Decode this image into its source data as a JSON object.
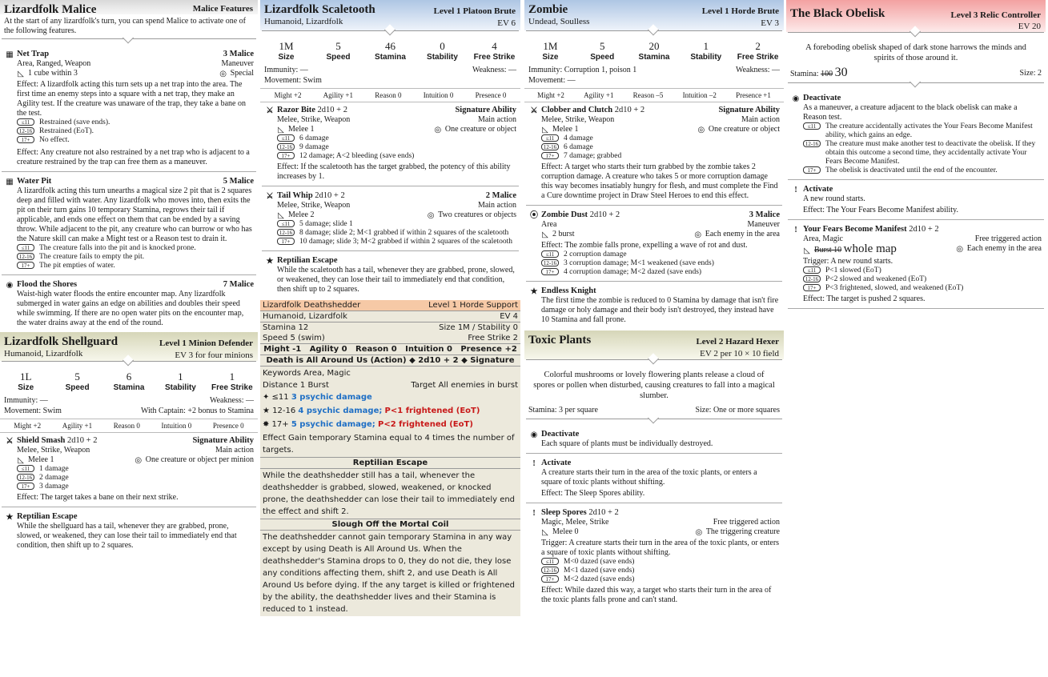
{
  "col1": {
    "title": "Lizardfolk Malice",
    "tag": "Malice Features",
    "intro": "At the start of any lizardfolk's turn, you can spend Malice to activate one of the following features.",
    "net": {
      "name": "Net Trap",
      "cost": "3 Malice",
      "kw": "Area, Ranged, Weapon",
      "type": "Maneuver",
      "dist": "1 cube within 3",
      "tgt": "Special",
      "effect": "Effect: A lizardfolk acting this turn sets up a net trap into the area. The first time an enemy steps into a square with a net trap, they make an Agility test. If the creature was unaware of the trap, they take a bane on the test.",
      "t1": "Restrained (save ends).",
      "t2": "Restrained (EoT).",
      "t3": "No effect.",
      "effect2": "Effect: Any creature not also restrained by a net trap who is adjacent to a creature restrained by the trap can free them as a maneuver."
    },
    "pit": {
      "name": "Water Pit",
      "cost": "5 Malice",
      "text": "A lizardfolk acting this turn unearths a magical size 2 pit that is 2 squares deep and filled with water. Any lizardfolk who moves into, then exits the pit on their turn gains 10 temporary Stamina, regrows their tail if applicable, and ends one effect on them that can be ended by a saving throw. While adjacent to the pit, any creature who can burrow or who has the Nature skill can make a Might test or a Reason test to drain it.",
      "t1": "The creature falls into the pit and is knocked prone.",
      "t2": "The creature fails to empty the pit.",
      "t3": "The pit empties of water."
    },
    "flood": {
      "name": "Flood the Shores",
      "cost": "7 Malice",
      "text": "Waist-high water floods the entire encounter map. Any lizardfolk submerged in water gains an edge on abilities and doubles their speed while swimming. If there are no open water pits on the encounter map, the water drains away at the end of the round."
    }
  },
  "shell": {
    "title": "Lizardfolk Shellguard",
    "level": "Level 1 Minion Defender",
    "sub": "Humanoid, Lizardfolk",
    "ev": "EV 3 for four minions",
    "stats": [
      {
        "v": "1L",
        "l": "Size"
      },
      {
        "v": "5",
        "l": "Speed"
      },
      {
        "v": "6",
        "l": "Stamina"
      },
      {
        "v": "1",
        "l": "Stability"
      },
      {
        "v": "1",
        "l": "Free Strike"
      }
    ],
    "imm": "Immunity: —",
    "weak": "Weakness: —",
    "move": "Movement: Swim",
    "cap": "With Captain: +2 bonus to Stamina",
    "chars": [
      "Might +2",
      "Agility +1",
      "Reason 0",
      "Intuition 0",
      "Presence 0"
    ],
    "smash": {
      "name": "Shield Smash",
      "roll": "2d10 + 2",
      "sig": "Signature Ability",
      "kw": "Melee, Strike, Weapon",
      "act": "Main action",
      "dist": "Melee 1",
      "tgt": "One creature or object per minion",
      "t1": "1 damage",
      "t2": "2 damage",
      "t3": "3 damage",
      "eff": "Effect: The target takes a bane on their next strike."
    },
    "esc": {
      "name": "Reptilian Escape",
      "text": "While the shellguard has a tail, whenever they are grabbed, prone, slowed, or weakened, they can lose their tail to immediately end that condition, then shift up to 2 squares."
    }
  },
  "scale": {
    "title": "Lizardfolk Scaletooth",
    "level": "Level 1 Platoon Brute",
    "sub": "Humanoid, Lizardfolk",
    "ev": "EV 6",
    "stats": [
      {
        "v": "1M",
        "l": "Size"
      },
      {
        "v": "5",
        "l": "Speed"
      },
      {
        "v": "46",
        "l": "Stamina"
      },
      {
        "v": "0",
        "l": "Stability"
      },
      {
        "v": "4",
        "l": "Free Strike"
      }
    ],
    "imm": "Immunity: —",
    "weak": "Weakness: —",
    "move": "Movement: Swim",
    "chars": [
      "Might +2",
      "Agility +1",
      "Reason 0",
      "Intuition 0",
      "Presence 0"
    ],
    "bite": {
      "name": "Razor Bite",
      "roll": "2d10 + 2",
      "sig": "Signature Ability",
      "kw": "Melee, Strike, Weapon",
      "act": "Main action",
      "dist": "Melee 1",
      "tgt": "One creature or object",
      "t1": "6 damage",
      "t2": "9 damage",
      "t3": "12 damage; A<2 bleeding (save ends)",
      "eff": "Effect: If the scaletooth has the target grabbed, the potency of this ability increases by 1."
    },
    "whip": {
      "name": "Tail Whip",
      "roll": "2d10 + 2",
      "cost": "2 Malice",
      "kw": "Melee, Strike, Weapon",
      "act": "Main action",
      "dist": "Melee 2",
      "tgt": "Two creatures or objects",
      "t1": "5 damage; slide 1",
      "t2": "8 damage; slide 2; M<1 grabbed if within 2 squares of the scaletooth",
      "t3": "10 damage; slide 3; M<2 grabbed if within 2 squares of the scaletooth"
    },
    "esc": {
      "name": "Reptilian Escape",
      "text": "While the scaletooth has a tail, whenever they are grabbed, prone, slowed, or weakened, they can lose their tail to immediately end that condition, then shift up to 2 squares."
    }
  },
  "dsh": {
    "title": "Lizardfolk Deathshedder",
    "level": "Level 1 Horde Support",
    "sub": "Humanoid, Lizardfolk",
    "ev": "EV 4",
    "stam": "Stamina 12",
    "size": "Size 1M / Stability 0",
    "speed": "Speed 5 (swim)",
    "fs": "Free Strike 2",
    "chars": "Might -1   Agility 0   Reason 0   Intuition 0   Presence +2",
    "ab": "Death is All Around Us (Action) ◆ 2d10 + 2 ◆ Signature",
    "kw": "Keywords Area, Magic",
    "dist": "Distance 1 Burst",
    "tgt": "Target All enemies in burst",
    "t1": "3 psychic damage",
    "t2a": "4 psychic damage;",
    "t2b": "P<1 frightened (EoT)",
    "t3a": "5 psychic damage;",
    "t3b": "P<2 frightened (EoT)",
    "eff": "Effect Gain temporary Stamina equal to 4 times the number of targets.",
    "esc": "Reptilian Escape",
    "escText": "While the deathshedder still has a tail, whenever the deathshedder is grabbed, slowed, weakened, or knocked prone, the deathshedder can lose their tail to immediately end the effect and shift 2.",
    "slough": "Slough Off the Mortal Coil",
    "sloughText": "The deathshedder cannot gain temporary Stamina in any way except by using Death is All Around Us. When the deathshedder's Stamina drops to 0, they do not die, they lose any conditions affecting them, shift 2, and use Death is All Around Us before dying. If the any target is killed or frightened by the ability, the deathshedder lives and their Stamina is reduced to 1 instead."
  },
  "zombie": {
    "title": "Zombie",
    "level": "Level 1 Horde Brute",
    "sub": "Undead, Soulless",
    "ev": "EV 3",
    "stats": [
      {
        "v": "1M",
        "l": "Size"
      },
      {
        "v": "5",
        "l": "Speed"
      },
      {
        "v": "20",
        "l": "Stamina"
      },
      {
        "v": "1",
        "l": "Stability"
      },
      {
        "v": "2",
        "l": "Free Strike"
      }
    ],
    "imm": "Immunity: Corruption 1, poison 1",
    "weak": "Weakness: —",
    "move": "Movement: —",
    "chars": [
      "Might +2",
      "Agility +1",
      "Reason –5",
      "Intuition –2",
      "Presence +1"
    ],
    "clob": {
      "name": "Clobber and Clutch",
      "roll": "2d10 + 2",
      "sig": "Signature Ability",
      "kw": "Melee, Strike, Weapon",
      "act": "Main action",
      "dist": "Melee 1",
      "tgt": "One creature or object",
      "t1": "4 damage",
      "t2": "6 damage",
      "t3": "7 damage; grabbed",
      "eff": "Effect: A target who starts their turn grabbed by the zombie takes 2 corruption damage. A creature who takes 5 or more corruption damage this way becomes insatiably hungry for flesh, and must complete the Find a Cure downtime project in Draw Steel Heroes to end this effect."
    },
    "dust": {
      "name": "Zombie Dust",
      "roll": "2d10 + 2",
      "cost": "3 Malice",
      "kw": "Area",
      "act": "Maneuver",
      "dist": "2 burst",
      "tgt": "Each enemy in the area",
      "eff": "Effect: The zombie falls prone, expelling a wave of rot and dust.",
      "t1": "2 corruption damage",
      "t2": "3 corruption damage; M<1 weakened (save ends)",
      "t3": "4 corruption damage; M<2 dazed (save ends)"
    },
    "knight": {
      "name": "Endless Knight",
      "text": "The first time the zombie is reduced to 0 Stamina by damage that isn't fire damage or holy damage and their body isn't destroyed, they instead have 10 Stamina and fall prone."
    }
  },
  "plants": {
    "title": "Toxic Plants",
    "level": "Level 2 Hazard Hexer",
    "ev": "EV 2 per 10 × 10 field",
    "desc": "Colorful mushrooms or lovely flowering plants release a cloud of spores or pollen when disturbed, causing creatures to fall into a magical slumber.",
    "stam": "Stamina: 3 per square",
    "size": "Size: One or more squares",
    "deact": {
      "name": "Deactivate",
      "text": "Each square of plants must be individually destroyed."
    },
    "act": {
      "name": "Activate",
      "text": "A creature starts their turn in the area of the toxic plants, or enters a square of toxic plants without shifting.",
      "eff": "Effect: The Sleep Spores ability."
    },
    "spores": {
      "name": "Sleep Spores",
      "roll": "2d10 + 2",
      "kw": "Magic, Melee, Strike",
      "act": "Free triggered action",
      "dist": "Melee 0",
      "tgt": "The triggering creature",
      "trig": "Trigger: A creature starts their turn in the area of the toxic plants, or enters a square of toxic plants without shifting.",
      "t1": "M<0 dazed (save ends)",
      "t2": "M<1 dazed (save ends)",
      "t3": "M<2 dazed (save ends)",
      "eff": "Effect: While dazed this way, a target who starts their turn in the area of the toxic plants falls prone and can't stand."
    }
  },
  "obelisk": {
    "title": "The Black Obelisk",
    "level": "Level 3 Relic Controller",
    "ev": "EV 20",
    "desc": "A foreboding obelisk shaped of dark stone harrows the minds and spirits of those around it.",
    "stamLabel": "Stamina:",
    "stamOld": "100",
    "stamNew": "30",
    "size": "Size: 2",
    "deact": {
      "name": "Deactivate",
      "text": "As a maneuver, a creature adjacent to the black obelisk can make a Reason test.",
      "t1": "The creature accidentally activates the Your Fears Become Manifest ability, which gains an edge.",
      "t2": "The creature must make another test to deactivate the obelisk. If they obtain this outcome a second time, they accidentally activate Your Fears Become Manifest.",
      "t3": "The obelisk is deactivated until the end of the encounter."
    },
    "act": {
      "name": "Activate",
      "text": "A new round starts.",
      "eff": "Effect: The Your Fears Become Manifest ability."
    },
    "fears": {
      "name": "Your Fears Become Manifest",
      "roll": "2d10 + 2",
      "kw": "Area, Magic",
      "act": "Free triggered action",
      "distOld": "Burst 10",
      "distNew": "whole map",
      "tgt": "Each enemy in the area",
      "trig": "Trigger: A new round starts.",
      "t1": "P<1 slowed (EoT)",
      "t2": "P<2 slowed and weakened (EoT)",
      "t3": "P<3 frightened, slowed, and weakened (EoT)",
      "eff": "Effect: The target is pushed 2 squares."
    }
  },
  "tiers": {
    "t1": "≤11",
    "t2": "12-16",
    "t3": "17+"
  }
}
